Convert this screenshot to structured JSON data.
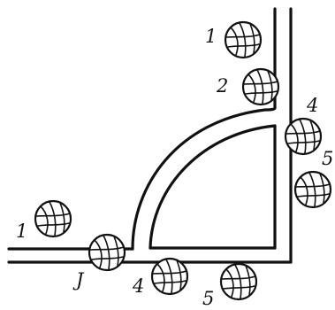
{
  "figure": {
    "labels": {
      "top_1": "1",
      "top_2": "2",
      "right_4": "4",
      "right_5": "5",
      "left_1": "1",
      "bottom_3": "J",
      "bottom_4": "4",
      "bottom_5": "5"
    },
    "icons": {
      "ball": "volleyball-icon"
    }
  }
}
